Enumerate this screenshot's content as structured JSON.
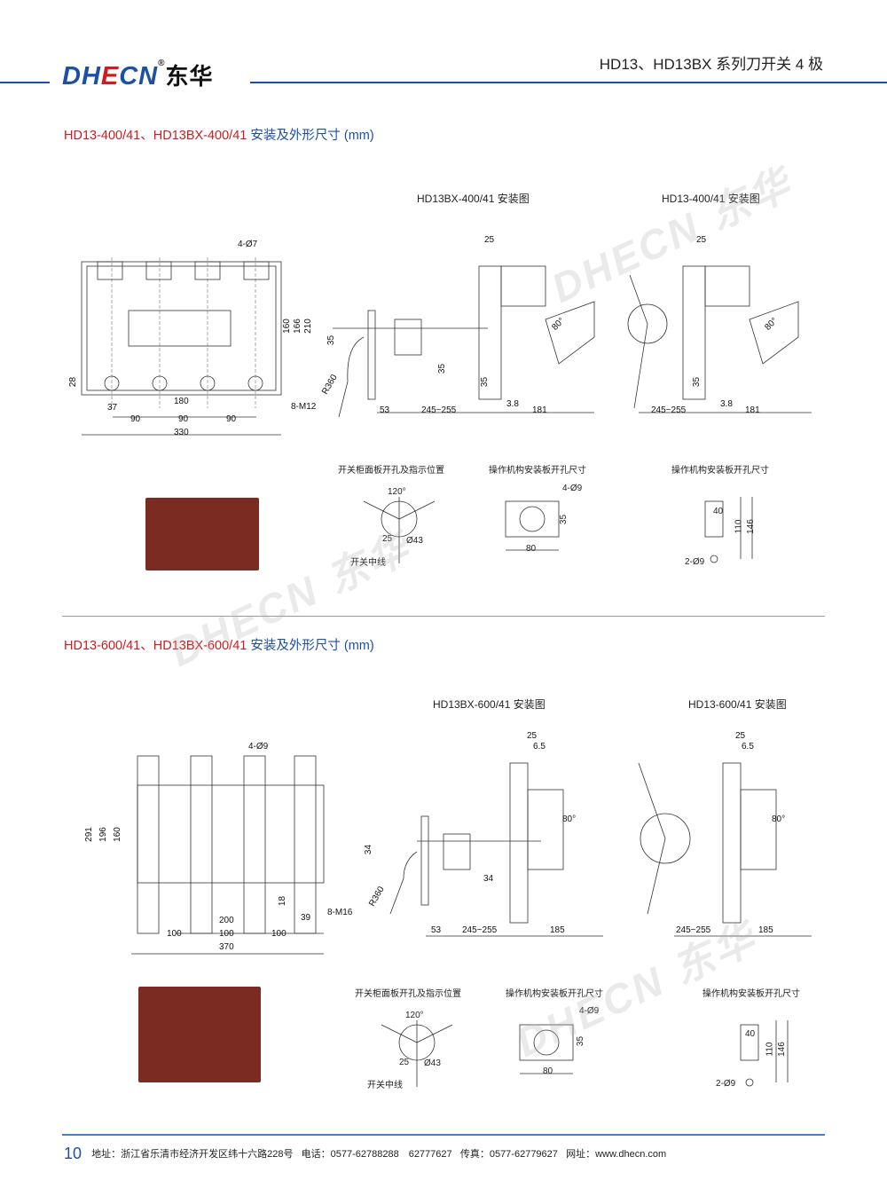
{
  "header": {
    "logo_text": "DHECN",
    "logo_cn": "东华",
    "title": "HD13、HD13BX 系列刀开关 4 极"
  },
  "sections": [
    {
      "title_red": "HD13-400/41、HD13BX-400/41",
      "title_blue": " 安装及外形尺寸 (mm)",
      "caption_bx": "HD13BX-400/41 安装图",
      "caption_hd": "HD13-400/41 安装图",
      "caption_panel": "开关柜面板开孔及指示位置",
      "caption_mech1": "操作机构安装板开孔尺寸",
      "caption_mech2": "操作机构安装板开孔尺寸",
      "front_dims": [
        "4-Ø7",
        "160",
        "166",
        "210",
        "28",
        "180",
        "37",
        "90",
        "90",
        "90",
        "330",
        "8-M12"
      ],
      "side_dims": [
        "25",
        "35",
        "35",
        "35",
        "R360",
        "53",
        "245~255",
        "3.8",
        "181",
        "80°"
      ],
      "side2_dims": [
        "25",
        "80°",
        "35",
        "245~255",
        "3.8",
        "181"
      ],
      "panel": {
        "angle": "120°",
        "d1": "25",
        "d2": "Ø43",
        "center": "开关中线"
      },
      "mech1": {
        "holes": "4-Ø9",
        "h": "35",
        "w": "80"
      },
      "mech2": {
        "w": "40",
        "h1": "110",
        "h2": "146",
        "holes": "2-Ø9"
      }
    },
    {
      "title_red": "HD13-600/41、HD13BX-600/41",
      "title_blue": " 安装及外形尺寸 (mm)",
      "caption_bx": "HD13BX-600/41 安装图",
      "caption_hd": "HD13-600/41 安装图",
      "caption_panel": "开关柜面板开孔及指示位置",
      "caption_mech1": "操作机构安装板开孔尺寸",
      "caption_mech2": "操作机构安装板开孔尺寸",
      "front_dims": [
        "4-Ø9",
        "291",
        "196",
        "160",
        "18",
        "39",
        "8-M16",
        "200",
        "100",
        "100",
        "100",
        "370"
      ],
      "side_dims": [
        "25",
        "6.5",
        "80°",
        "34",
        "34",
        "R360",
        "53",
        "245~255",
        "185"
      ],
      "side2_dims": [
        "25",
        "6.5",
        "80°",
        "245~255",
        "185"
      ],
      "panel": {
        "angle": "120°",
        "d1": "25",
        "d2": "Ø43",
        "center": "开关中线"
      },
      "mech1": {
        "holes": "4-Ø9",
        "h": "35",
        "w": "80"
      },
      "mech2": {
        "w": "40",
        "h1": "110",
        "h2": "146",
        "holes": "2-Ø9"
      }
    }
  ],
  "footer": {
    "page": "10",
    "address": "地址：浙江省乐清市经济开发区纬十六路228号",
    "phone": "电话：0577-62788288　62777627",
    "fax": "传真：0577-62779627",
    "web": "网址：www.dhecn.com"
  },
  "colors": {
    "brand_blue": "#1c4fa6",
    "brand_red": "#d4191f"
  }
}
